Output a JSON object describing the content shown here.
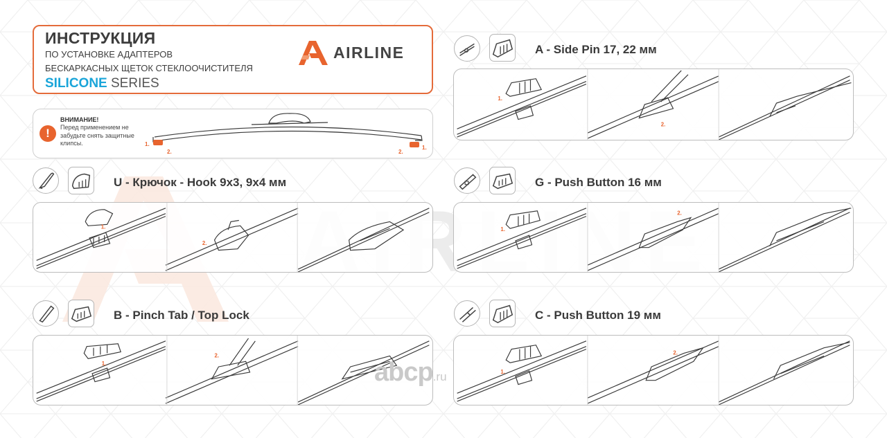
{
  "header": {
    "title": "ИНСТРУКЦИЯ",
    "line1": "ПО УСТАНОВКЕ АДАПТЕРОВ",
    "line2": "БЕСКАРКАСНЫХ ЩЕТОК СТЕКЛООЧИСТИТЕЛЯ",
    "series_accent": "SILICONE",
    "series_rest": " SERIES"
  },
  "logo": {
    "brand": "AIRLINE",
    "icon": "airline-a-logo-icon"
  },
  "watermark": {
    "text": "AIRLINE"
  },
  "warning": {
    "title": "ВНИМАНИЕ!",
    "text": "Перед применением не забудьте снять защитные клипсы.",
    "icon": "exclamation-icon",
    "left_step1": "1.",
    "left_step2": "2.",
    "right_step1": "1.",
    "right_step2": "2."
  },
  "sections": {
    "u": {
      "title": "U - Крючок - Hook 9x3, 9x4 мм",
      "step1": "1.",
      "step2": "2."
    },
    "b": {
      "title": "B - Pinch Tab / Top Lock",
      "step1": "1.",
      "step2": "2."
    },
    "a": {
      "title": "A - Side Pin 17, 22 мм",
      "step1": "1.",
      "step2": "2."
    },
    "g": {
      "title": "G - Push Button 16 мм",
      "step1": "1.",
      "step2": "2."
    },
    "c": {
      "title": "C - Push Button 19 мм",
      "step1": "1.",
      "step2": "2."
    }
  },
  "site_watermark": {
    "name": "abcp",
    "tld": ".ru"
  },
  "colors": {
    "accent": "#e8642e",
    "series": "#1aa5d9",
    "line": "#3a3a3a",
    "panel_border": "#bcbcbc"
  }
}
